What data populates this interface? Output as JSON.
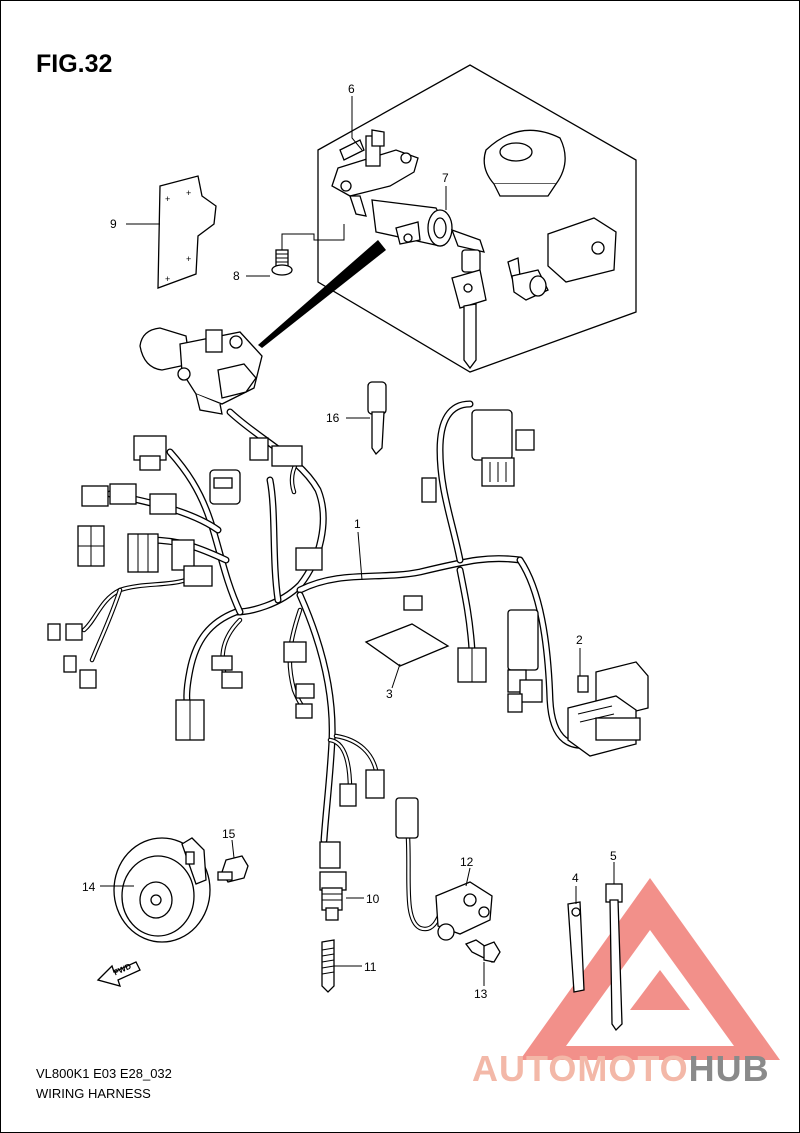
{
  "figure": {
    "title": "FIG.32"
  },
  "footer": {
    "code": "VL800K1 E03 E28_032",
    "name": "WIRING HARNESS"
  },
  "callouts": [
    "1",
    "2",
    "3",
    "4",
    "5",
    "6",
    "7",
    "8",
    "9",
    "10",
    "11",
    "12",
    "13",
    "14",
    "15",
    "16"
  ],
  "fwd_label": "FWD",
  "watermark": {
    "part1": "AUTOMOTO",
    "part2": "HUB",
    "color_light": "#f3b8a8",
    "color_dark": "#8a8a8a",
    "triangle_color": "#e8362c"
  }
}
